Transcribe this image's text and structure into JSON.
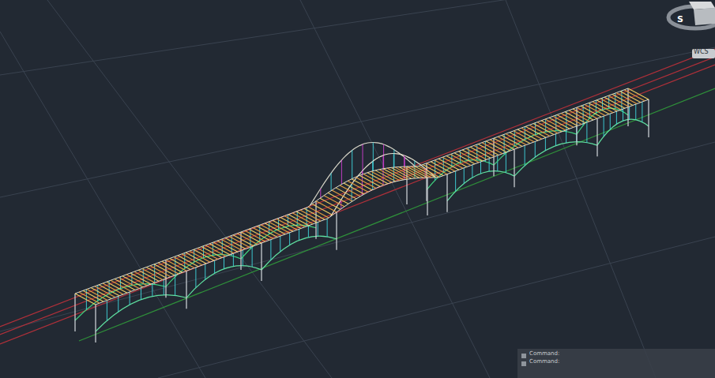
{
  "diagram": {
    "labels": [
      "S",
      "WCS",
      "Command:",
      "Command:"
    ]
  }
}
